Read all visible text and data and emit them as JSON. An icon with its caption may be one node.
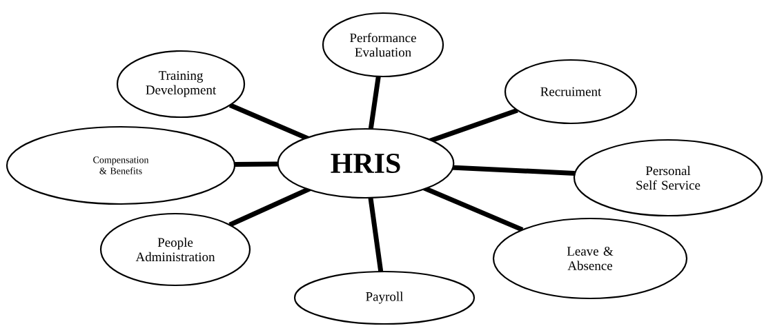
{
  "diagram": {
    "nodes": [
      {
        "text": [
          "Performance Evaluation"
        ]
      },
      {
        "text": [
          "Training Development"
        ]
      },
      {
        "text": [
          "Recruiment"
        ]
      },
      {
        "text": [
          "Compensation & Benefits"
        ]
      },
      {
        "text": [
          "HRIS"
        ]
      },
      {
        "text": [
          "Personal Self Service"
        ]
      },
      {
        "text": [
          "People Administration"
        ]
      },
      {
        "text": [
          "Leave & Absence"
        ]
      },
      {
        "text": [
          "Payroll"
        ]
      }
    ],
    "edges": [
      {
        "from": 4,
        "to": 0,
        "arrow": "none"
      },
      {
        "from": 4,
        "to": 1,
        "arrow": "none"
      },
      {
        "from": 4,
        "to": 2,
        "arrow": "none"
      },
      {
        "from": 4,
        "to": 3,
        "arrow": "none"
      },
      {
        "from": 4,
        "to": 5,
        "arrow": "none"
      },
      {
        "from": 4,
        "to": 6,
        "arrow": "none"
      },
      {
        "from": 4,
        "to": 7,
        "arrow": "none"
      },
      {
        "from": 4,
        "to": 8,
        "arrow": "none"
      }
    ]
  }
}
